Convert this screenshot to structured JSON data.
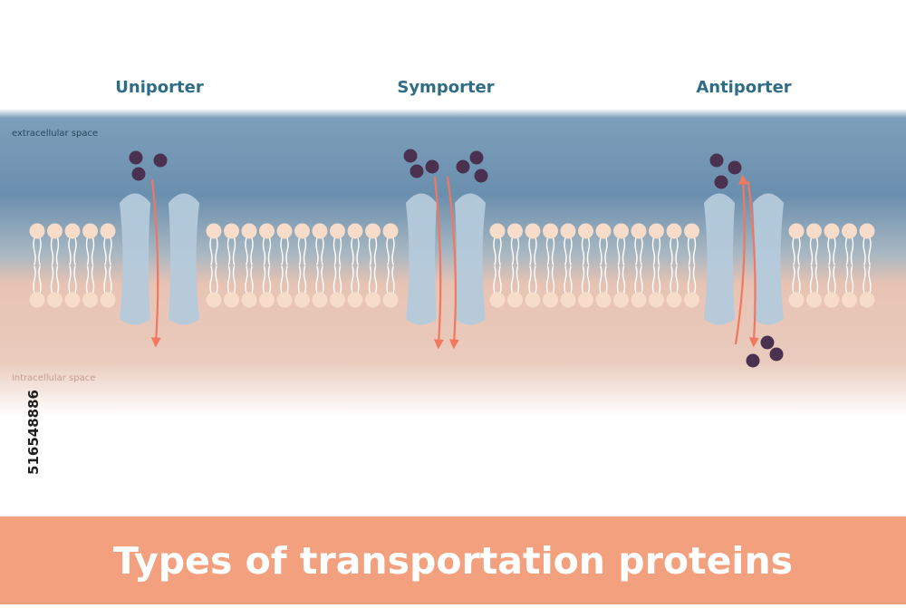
{
  "labels": {
    "uniporter": "Uniporter",
    "symporter": "Symporter",
    "antiporter": "Antiporter",
    "extracellular": "extracellular space",
    "intracellular": "intracellular space"
  },
  "footer": {
    "title": "Types of transportation proteins"
  },
  "stock_id": "516548886",
  "colors": {
    "extracellular_blue": "#6a8fae",
    "intracellular_peach": "#e8c3b4",
    "protein": "#b4cadb",
    "phospholipid_head": "#f6dcc9",
    "molecule": "#4a3150",
    "arrow": "#f2775f",
    "title_text": "#2f6d86",
    "footer_bg": "#f3a07f"
  },
  "icons": {
    "phospholipid": "phospholipid-icon",
    "molecule": "molecule-icon",
    "transport_protein": "transport-protein-icon",
    "arrow": "arrow-icon"
  }
}
